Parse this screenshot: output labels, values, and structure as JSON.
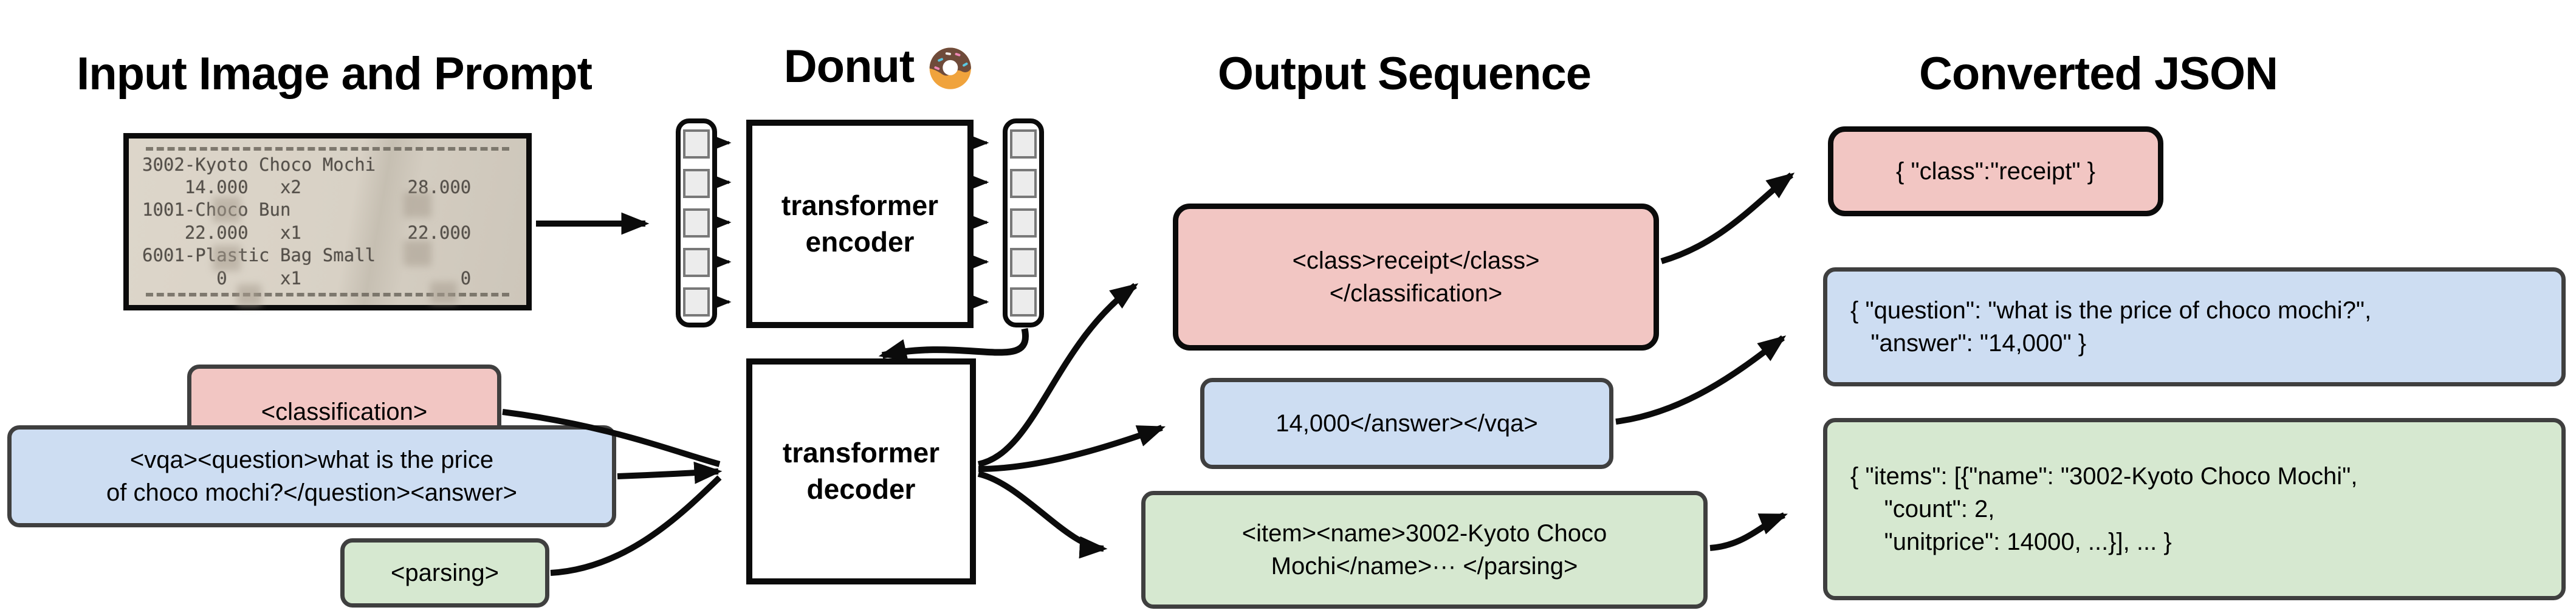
{
  "headers": {
    "input": "Input Image and Prompt",
    "model": "Donut",
    "output": "Output Sequence",
    "json": "Converted JSON"
  },
  "icons": {
    "donut": "donut-icon"
  },
  "receipt": {
    "lines": [
      "3002-Kyoto Choco Mochi",
      "    14.000   x2          28.000",
      "1001-Choco Bun",
      "    22.000   x1          22.000",
      "6001-Plastic Bag Small",
      "       0     x1               0"
    ]
  },
  "encoder": {
    "line1": "transformer",
    "line2": "encoder"
  },
  "decoder": {
    "line1": "transformer",
    "line2": "decoder"
  },
  "prompts": {
    "classification": {
      "text": "<classification>"
    },
    "vqa": {
      "line1": "<vqa><question>what is the price",
      "line2": "of choco mochi?</question><answer>"
    },
    "parsing": {
      "text": "<parsing>"
    }
  },
  "outputs": {
    "classification": {
      "line1": "<class>receipt</class>",
      "line2": "</classification>"
    },
    "vqa": {
      "line1": "14,000</answer></vqa>"
    },
    "parsing": {
      "line1": "<item><name>3002-Kyoto Choco",
      "line2": "Mochi</name>··· </parsing>"
    }
  },
  "json_outputs": {
    "classification": {
      "line1": "{ \"class\":\"receipt\" }"
    },
    "vqa": {
      "line1": "{ \"question\": \"what is the price of choco mochi?\",",
      "line2": "   \"answer\": \"14,000\" }"
    },
    "parsing": {
      "line1": "{ \"items\": [{\"name\": \"3002-Kyoto Choco Mochi\",",
      "line2": "     \"count\": 2,",
      "line3": "     \"unitprice\": 14000, ...}], ... }"
    }
  },
  "colors": {
    "pink": "#f2c6c3",
    "blue": "#cdddf2",
    "green": "#d6e8d0",
    "border_dark": "#3f3f3f",
    "border_black": "#0b0b0b"
  }
}
